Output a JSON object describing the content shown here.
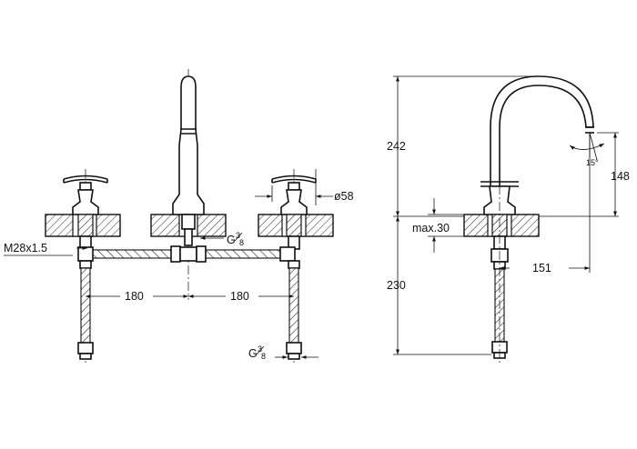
{
  "dimensions": {
    "thread_main": "M28x1.5",
    "spacing_left": "180",
    "spacing_right": "180",
    "handle_diameter": "ø58",
    "connection_top": {
      "prefix": "G",
      "numerator": "3",
      "denominator": "8"
    },
    "connection_bottom": {
      "prefix": "G",
      "numerator": "3",
      "denominator": "8"
    },
    "total_height_above": "242",
    "spout_height": "148",
    "spout_angle": "15°",
    "deck_thickness": "max.30",
    "spout_reach": "151",
    "hose_length": "230"
  }
}
